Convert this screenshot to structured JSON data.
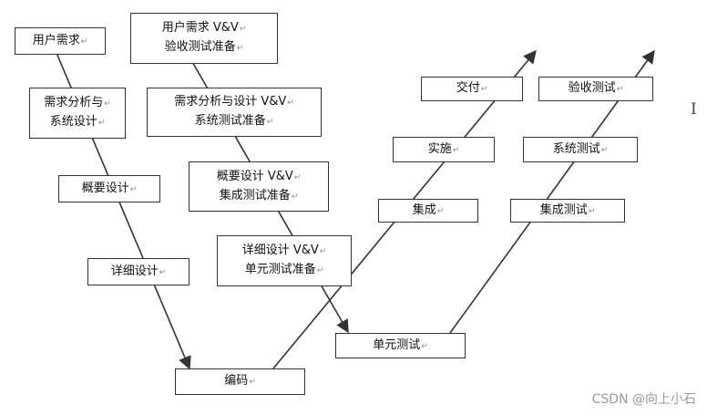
{
  "boxes": {
    "user_req": [
      "用户需求"
    ],
    "user_req_vv": [
      "用户需求 V&V",
      "验收测试准备"
    ],
    "req_analysis": [
      "需求分析与",
      "系统设计"
    ],
    "req_vv": [
      "需求分析与设计 V&V",
      "系统测试准备"
    ],
    "outline_design": [
      "概要设计"
    ],
    "outline_vv": [
      "概要设计 V&V",
      "集成测试准备"
    ],
    "detail_design": [
      "详细设计"
    ],
    "detail_vv": [
      "详细设计 V&V",
      "单元测试准备"
    ],
    "coding": [
      "编码"
    ],
    "unit_test": [
      "单元测试"
    ],
    "integration": [
      "集成"
    ],
    "implement": [
      "实施"
    ],
    "deliver": [
      "交付"
    ],
    "integration_test": [
      "集成测试"
    ],
    "system_test": [
      "系统测试"
    ],
    "acceptance_test": [
      "验收测试"
    ]
  },
  "cursor_glyph": "I",
  "watermark": "CSDN @向上小石",
  "colors": {
    "line": "#333333",
    "box_border": "#333333",
    "watermark": "#9a9a9a"
  }
}
